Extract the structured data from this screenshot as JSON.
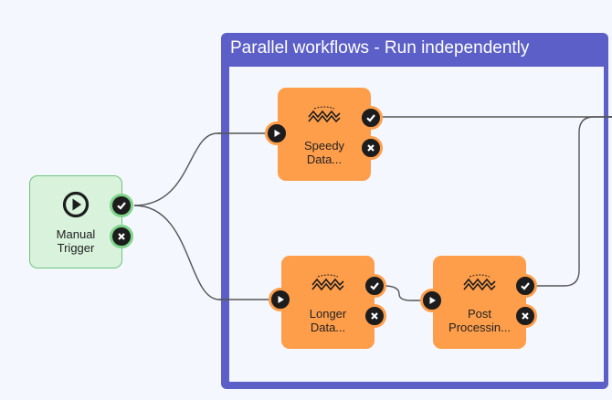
{
  "group": {
    "title": "Parallel workflows - Run independently"
  },
  "nodes": {
    "manual_trigger": {
      "label": "Manual\nTrigger"
    },
    "speedy": {
      "label": "Speedy\nData..."
    },
    "longer": {
      "label": "Longer\nData..."
    },
    "post": {
      "label": "Post\nProcessin..."
    }
  },
  "colors": {
    "group_border": "#5b5fc7",
    "task_node": "#ff9e4a",
    "trigger_node": "#d8f2dc",
    "connector": "#555555"
  },
  "icons": {
    "trigger": "play-circle-icon",
    "task": "wave-process-icon",
    "input_port": "play-icon",
    "success_port": "check-icon",
    "failure_port": "x-icon"
  }
}
